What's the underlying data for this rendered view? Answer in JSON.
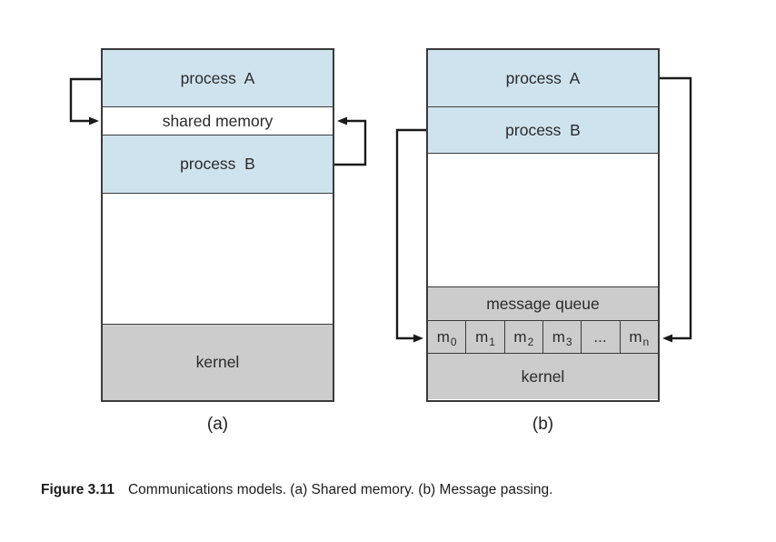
{
  "colors": {
    "process_fill": "#cfe3ee",
    "kernel_fill": "#cccccc",
    "border": "#3a3a3a",
    "arrow": "#1a1a1a",
    "background": "#ffffff"
  },
  "diagram_a": {
    "label": "(a)",
    "boxes": {
      "process_a": "process  A",
      "shared_memory": "shared memory",
      "process_b": "process  B",
      "kernel": "kernel"
    }
  },
  "diagram_b": {
    "label": "(b)",
    "boxes": {
      "process_a": "process  A",
      "process_b": "process  B",
      "message_queue": "message queue",
      "kernel": "kernel"
    },
    "queue_cells": [
      {
        "base": "m",
        "sub": "0"
      },
      {
        "base": "m",
        "sub": "1"
      },
      {
        "base": "m",
        "sub": "2"
      },
      {
        "base": "m",
        "sub": "3"
      },
      {
        "base": "...",
        "sub": ""
      },
      {
        "base": "m",
        "sub": "n"
      }
    ]
  },
  "caption": {
    "label": "Figure 3.11",
    "text": "Communications models. (a) Shared memory. (b) Message passing."
  }
}
